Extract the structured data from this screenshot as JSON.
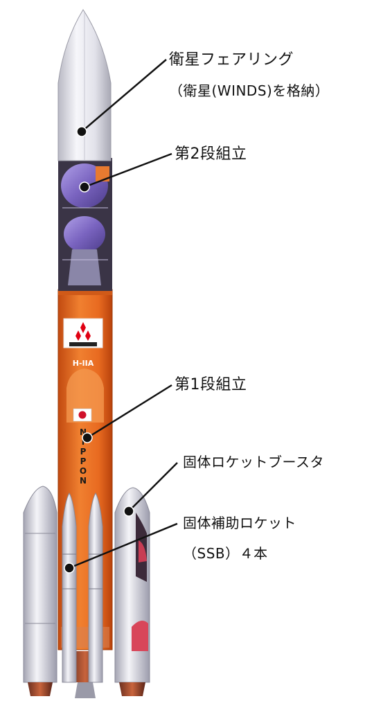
{
  "labels": {
    "fairing_line1": "衛星フェアリング",
    "fairing_line2": "（衛星(WINDS)を格納）",
    "stage2": "第2段組立",
    "stage1": "第1段組立",
    "srb": "固体ロケットブースタ",
    "ssb_line1": "固体補助ロケット",
    "ssb_line2": "（SSB）４本"
  },
  "vehicle_markings": {
    "model": "H-IIA",
    "nation": "NIPPON",
    "maker_logo": "三菱重工"
  },
  "colors": {
    "fairing": "#e8e8ee",
    "stage1_orange": "#e8661e",
    "stage2_purple": "#8a78c8",
    "booster": "#e6e6ee",
    "flag_red": "#d0102a",
    "logo_red": "#e00012"
  }
}
